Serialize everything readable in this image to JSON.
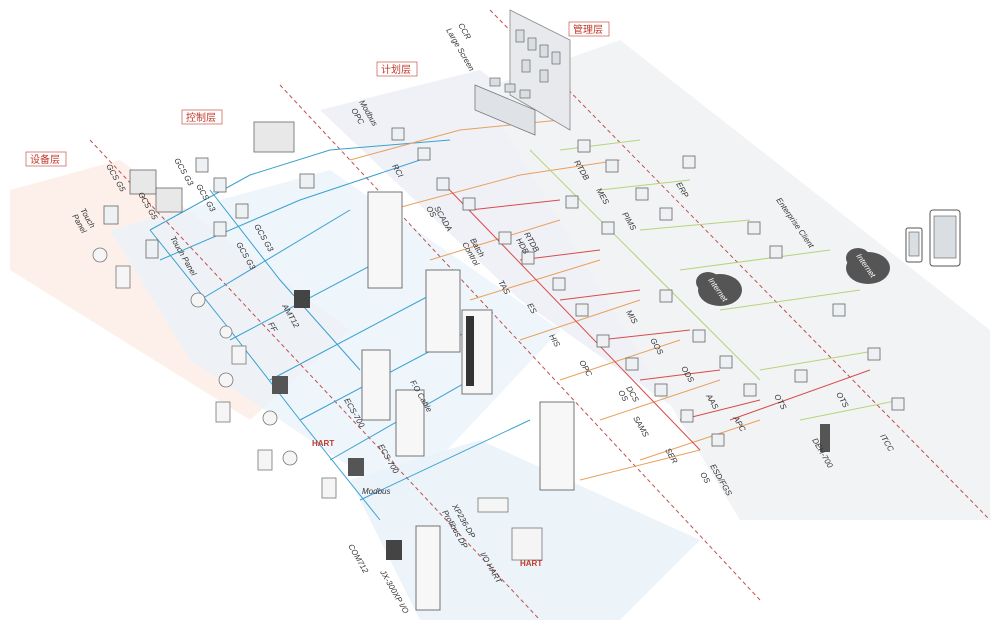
{
  "zones": {
    "device": "设备层",
    "control": "控制层",
    "plan": "计划层",
    "manage": "管理层"
  },
  "labels": {
    "ccr": "CCR",
    "large_screen": "Large Screen",
    "modbus": "Modbus",
    "opc_top": "OPC",
    "rci": "RCI",
    "os_scada": "OS",
    "scada": "SCADA",
    "batch": "Batch",
    "control": "Control",
    "rtdb_hdb": "RTDB",
    "hdb": "HDB",
    "tas": "TAS",
    "es": "ES",
    "his": "HIS",
    "opc": "OPC",
    "dcs": "DCS",
    "os_dcs": "OS",
    "sams": "SAMS",
    "ser": "SER",
    "esd": "ESD/FGS",
    "os_esd": "OS",
    "rtdb": "RTDB",
    "mes": "MES",
    "pims": "PIMS",
    "erp": "ERP",
    "mis": "MIS",
    "gos": "GOS",
    "ods": "ODS",
    "aas": "AAS",
    "apc": "APC",
    "ots1": "OTS",
    "ots2": "OTS",
    "itcc": "ITCC",
    "deh": "DEH-700",
    "enterprise": "Enterprise Client",
    "internet1": "Internet",
    "internet2": "Internet",
    "gcs_g5a": "GCS G5",
    "gcs_g5b": "GCS G5",
    "gcs_g3a": "GCS G3",
    "gcs_g3b": "GCS G3",
    "gcs_g3c": "GCS G3",
    "gcs_g3d": "GCS G3",
    "touch_panel1": "Touch",
    "touch_panel1b": "Panel",
    "touch_panel2": "Touch Panel",
    "amt12": "AMT12",
    "ff": "FF",
    "fo_cable": "F.O Cable",
    "ecs1": "ECS-700",
    "ecs2": "ECS-700",
    "xp": "XP236-DP",
    "profibus": "Profibus DP",
    "io_hart": "I/O HART",
    "com12": "COM712",
    "jx": "JX-300XP I/O",
    "hart1": "HART",
    "hart2": "HART",
    "modbus_icon": "Modbus"
  },
  "colors": {
    "network_blue": "#3aa0d0",
    "network_red": "#d94b4b",
    "network_orange": "#e8a15c",
    "network_green": "#b6d47a",
    "zone_label": "#c0392b"
  }
}
